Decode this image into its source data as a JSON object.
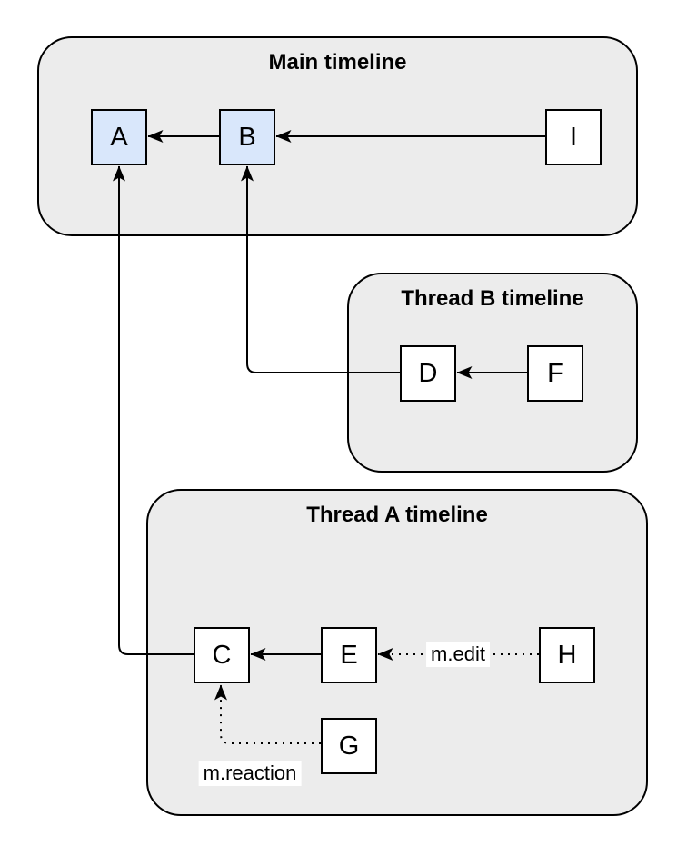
{
  "diagram": {
    "containers": [
      {
        "id": "main",
        "title": "Main timeline"
      },
      {
        "id": "thread-b",
        "title": "Thread B timeline"
      },
      {
        "id": "thread-a",
        "title": "Thread A timeline"
      }
    ],
    "nodes": [
      {
        "id": "A",
        "label": "A",
        "variant": "highlight",
        "container": "main"
      },
      {
        "id": "B",
        "label": "B",
        "variant": "highlight",
        "container": "main"
      },
      {
        "id": "I",
        "label": "I",
        "variant": "plain",
        "container": "main"
      },
      {
        "id": "D",
        "label": "D",
        "variant": "plain",
        "container": "thread-b"
      },
      {
        "id": "F",
        "label": "F",
        "variant": "plain",
        "container": "thread-b"
      },
      {
        "id": "C",
        "label": "C",
        "variant": "plain",
        "container": "thread-a"
      },
      {
        "id": "E",
        "label": "E",
        "variant": "plain",
        "container": "thread-a"
      },
      {
        "id": "H",
        "label": "H",
        "variant": "plain",
        "container": "thread-a"
      },
      {
        "id": "G",
        "label": "G",
        "variant": "plain",
        "container": "thread-a"
      }
    ],
    "edges": [
      {
        "from": "B",
        "to": "A",
        "style": "solid",
        "label": ""
      },
      {
        "from": "I",
        "to": "B",
        "style": "solid",
        "label": ""
      },
      {
        "from": "F",
        "to": "D",
        "style": "solid",
        "label": ""
      },
      {
        "from": "D",
        "to": "B",
        "style": "solid",
        "label": ""
      },
      {
        "from": "E",
        "to": "C",
        "style": "solid",
        "label": ""
      },
      {
        "from": "H",
        "to": "E",
        "style": "dotted",
        "label": "m.edit"
      },
      {
        "from": "C",
        "to": "A",
        "style": "solid",
        "label": ""
      },
      {
        "from": "G",
        "to": "C",
        "style": "dotted",
        "label": "m.reaction"
      }
    ],
    "colors": {
      "container_fill": "#ececec",
      "container_stroke": "#000000",
      "node_fill": "#ffffff",
      "node_highlight_fill": "#d9e7fb",
      "node_stroke": "#000000",
      "edge_stroke": "#000000"
    }
  }
}
